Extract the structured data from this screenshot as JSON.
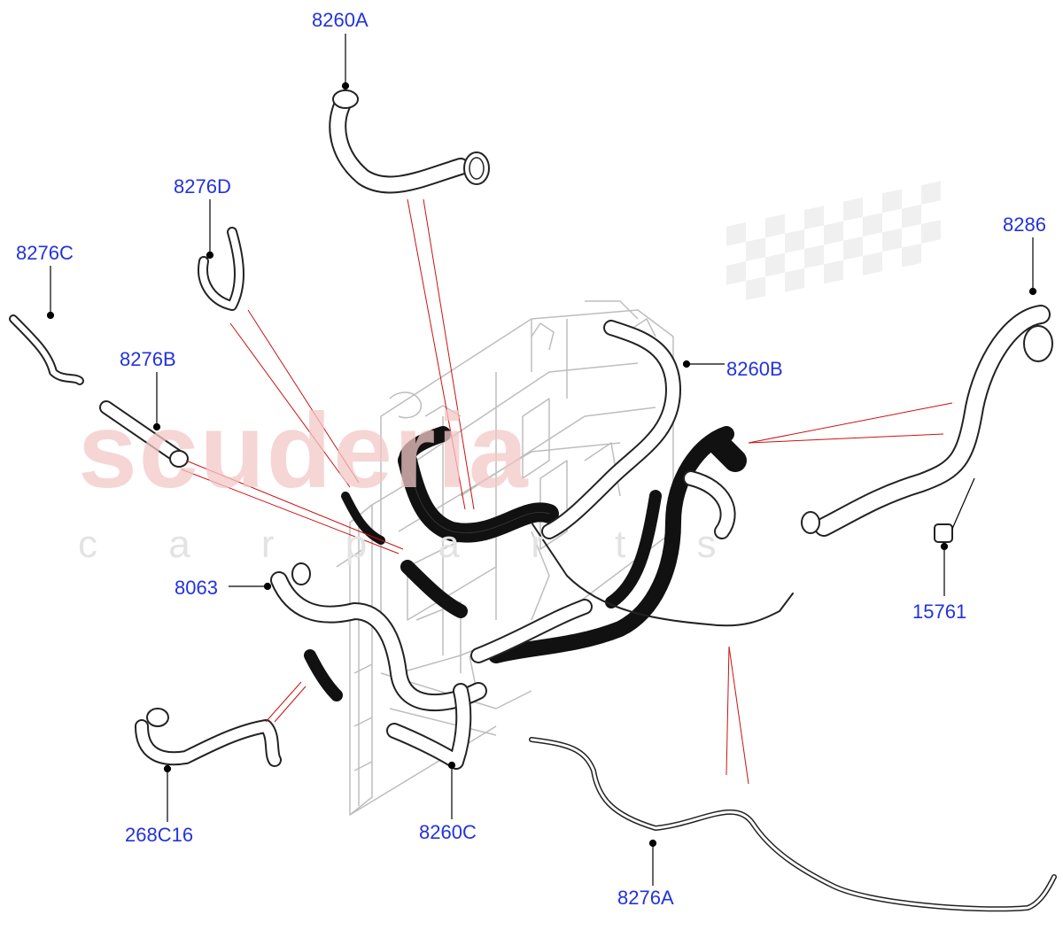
{
  "colors": {
    "label": "#2233dd",
    "leader": "#000000",
    "red_leader": "#cc1111",
    "line_art": "#222222",
    "engine_art": "#bdbdbd",
    "hose_dark": "#111111",
    "watermark_red": "#f3c7c7",
    "watermark_grey": "#e6e6e6"
  },
  "watermark": {
    "brand": "scuderia",
    "sub": "c a r   p a r t s"
  },
  "parts": [
    {
      "id": "8260A",
      "label": "8260A"
    },
    {
      "id": "8276D",
      "label": "8276D"
    },
    {
      "id": "8276C",
      "label": "8276C"
    },
    {
      "id": "8276B",
      "label": "8276B"
    },
    {
      "id": "8286",
      "label": "8286"
    },
    {
      "id": "8260B",
      "label": "8260B"
    },
    {
      "id": "8063",
      "label": "8063"
    },
    {
      "id": "15761",
      "label": "15761"
    },
    {
      "id": "268C16",
      "label": "268C16"
    },
    {
      "id": "8260C",
      "label": "8260C"
    },
    {
      "id": "8276A",
      "label": "8276A"
    }
  ]
}
